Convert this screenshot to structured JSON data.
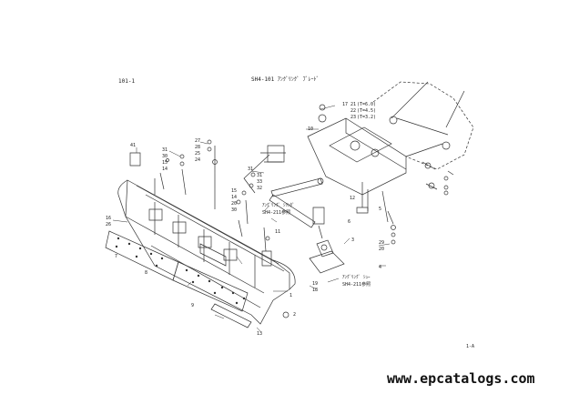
{
  "header": {
    "page_code": "101-1",
    "section_title": "SH4-101  ｱﾝｸﾞﾘﾝｸﾞ ﾌﾞﾚｰﾄﾞ"
  },
  "notes": {
    "thickness_1": "(T=6.0)",
    "thickness_2": "(T=4.5)",
    "thickness_3": "(T=3.2)",
    "cylinder_note": "ｱﾝｸﾞﾘﾝｸﾞ ｼﾘﾝﾀﾞ",
    "cylinder_ref": "SH4-211参照",
    "shoe_note": "ｱﾝｸﾞﾘﾝｸﾞ ｼｭｰ",
    "shoe_ref": "SH4-211参照",
    "page_mark": "1-A"
  },
  "callouts": [
    "41",
    "31",
    "30",
    "15",
    "14",
    "27",
    "28",
    "25",
    "24",
    "31",
    "31",
    "33",
    "32",
    "15",
    "14",
    "20",
    "30",
    "10",
    "17",
    "21",
    "22",
    "23",
    "12",
    "16",
    "26",
    "1",
    "3",
    "5",
    "6",
    "8",
    "9",
    "13",
    "11",
    "29",
    "20",
    "19",
    "18",
    "4",
    "2",
    "7"
  ],
  "watermark": "www.epcatalogs.com",
  "colors": {
    "line": "#333333",
    "text": "#222222",
    "background": "#ffffff"
  }
}
